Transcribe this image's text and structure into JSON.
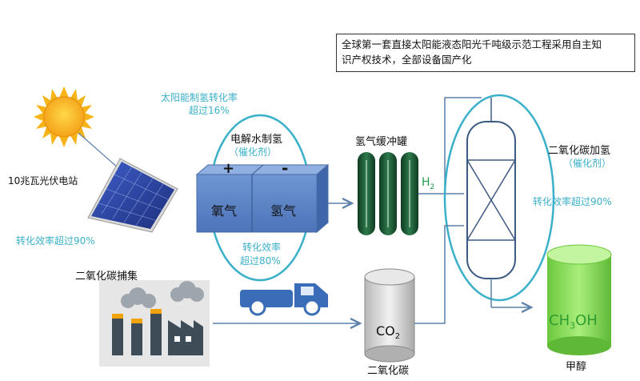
{
  "note": {
    "line1": "全球第一套直接太阳能液态阳光千吨级示范工程采用自主知",
    "line2": "识产权技术，全部设备国产化"
  },
  "solar": {
    "label": "10兆瓦光伏电站",
    "efficiency": "转化效率超过90%"
  },
  "solar_to_h2": {
    "line1": "太阳能制氢转化率",
    "line2": "超过16%"
  },
  "electrolysis": {
    "title": "电解水制氢",
    "catalyst": "（催化剂）",
    "plus": "+",
    "minus": "-",
    "left_cell": "氧气",
    "right_cell": "氢气",
    "efficiency_line1": "转化效率",
    "efficiency_line2": "超过80%"
  },
  "buffer": {
    "label": "氢气缓冲罐",
    "gas": "H",
    "gas_sub": "2"
  },
  "hydrogenation": {
    "title": "二氧化碳加氢",
    "catalyst": "（催化剂）",
    "efficiency": "转化效率超过90%"
  },
  "capture": {
    "label": "二氧化碳捕集"
  },
  "co2": {
    "formula": "CO",
    "formula_sub": "2",
    "label": "二氧化碳"
  },
  "methanol": {
    "formula_a": "CH",
    "formula_sub": "3",
    "formula_b": "OH",
    "label": "甲醇"
  },
  "colors": {
    "accent_blue": "#3bb0c9",
    "flow_line": "#5a7fa8",
    "electrolyzer": "#5b84c4",
    "tank_green": "#1f5a36",
    "methanol_green": "#7ed957",
    "sun": "#f6b419"
  }
}
